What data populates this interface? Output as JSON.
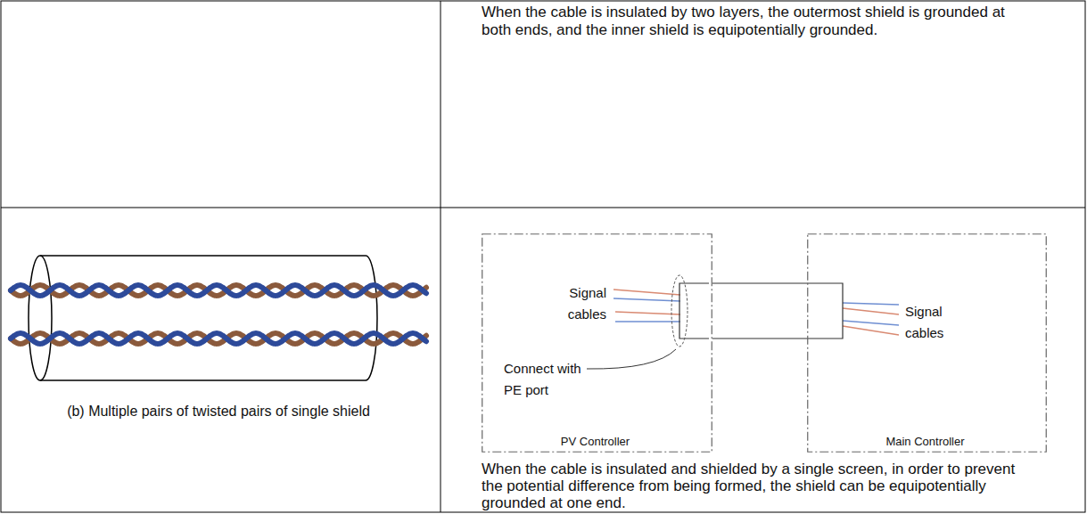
{
  "diagram": {
    "nodes": [
      {
        "text": [
          "PV Controller",
          "Signal cables",
          "Connect with PE port"
        ]
      },
      {
        "text": [
          "Main Controller",
          "Signal cables"
        ]
      }
    ],
    "edges": [
      {
        "from": 0,
        "to": 1,
        "arrow": "none"
      }
    ],
    "labels": [
      "When the cable is insulated by two layers, the outermost shield is grounded at both ends, and the inner shield is equipotentially grounded.",
      "(b) Multiple pairs of twisted pairs of single shield",
      "When the cable is insulated and shielded by a single screen, in order to prevent the potential difference from being formed, the shield can be equipotentially grounded at one end."
    ]
  }
}
